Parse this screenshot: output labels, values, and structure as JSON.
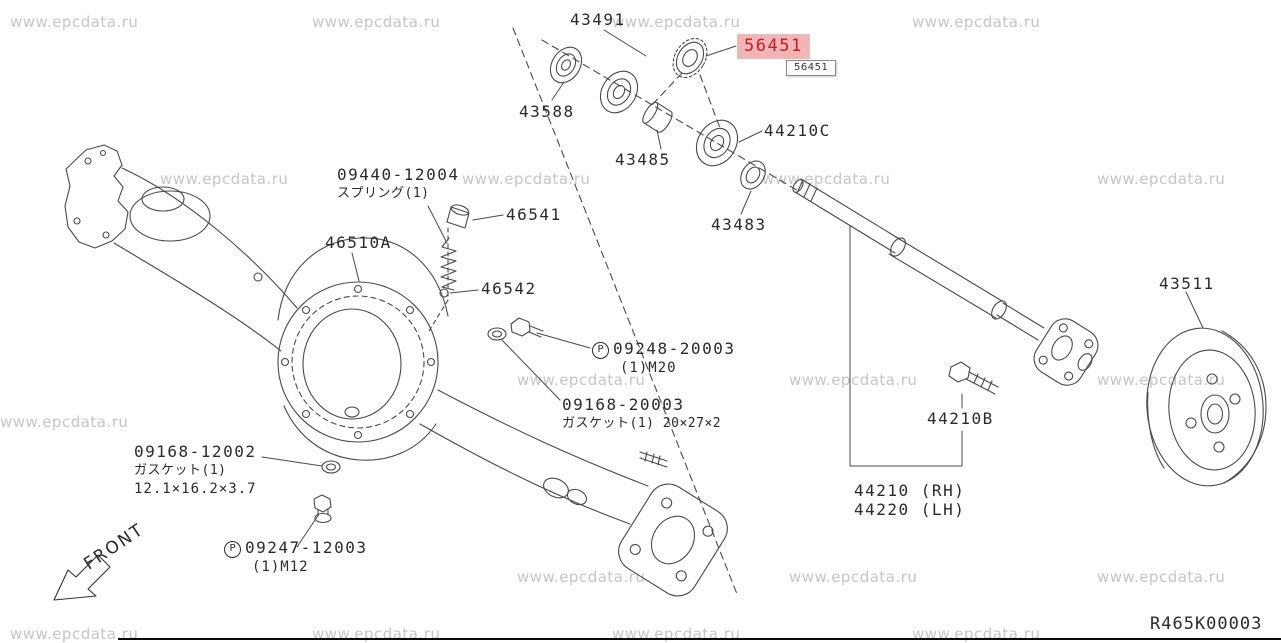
{
  "watermark": "www.epcdata.ru",
  "ref_code": "R465K00003",
  "front_label": "FRONT",
  "colors": {
    "line": "#4a4a4a",
    "watermark": "#c6c6c6",
    "highlight_bg": "#f2b4b4",
    "highlight_text": "#c02020",
    "label_text": "#2b2b2b"
  },
  "highlight": {
    "part_no": "56451",
    "tooltip": "56451"
  },
  "labels": {
    "p43491": {
      "text": "43491"
    },
    "p43588": {
      "text": "43588"
    },
    "p44210c": {
      "text": "44210C"
    },
    "p43485": {
      "text": "43485"
    },
    "p43483": {
      "text": "43483"
    },
    "p09440": {
      "text": "09440-12004",
      "sub": "スプリング(1)"
    },
    "p46541": {
      "text": "46541"
    },
    "p46510a": {
      "text": "46510A"
    },
    "p46542": {
      "text": "46542"
    },
    "p09248": {
      "prefix": "P",
      "text": "09248-20003",
      "sub": "(1)M20"
    },
    "p09168a": {
      "text": "09168-20003",
      "sub": "ガスケット(1) 20×27×2"
    },
    "p43511": {
      "text": "43511"
    },
    "p44210b": {
      "text": "44210B"
    },
    "p44210rh": {
      "text": "44210 (RH)"
    },
    "p44220lh": {
      "text": "44220 (LH)"
    },
    "p09168b": {
      "text": "09168-12002",
      "sub": "ガスケット(1)",
      "sub2": "12.1×16.2×3.7"
    },
    "p09247": {
      "prefix": "P",
      "text": "09247-12003",
      "sub": "(1)M12"
    }
  }
}
